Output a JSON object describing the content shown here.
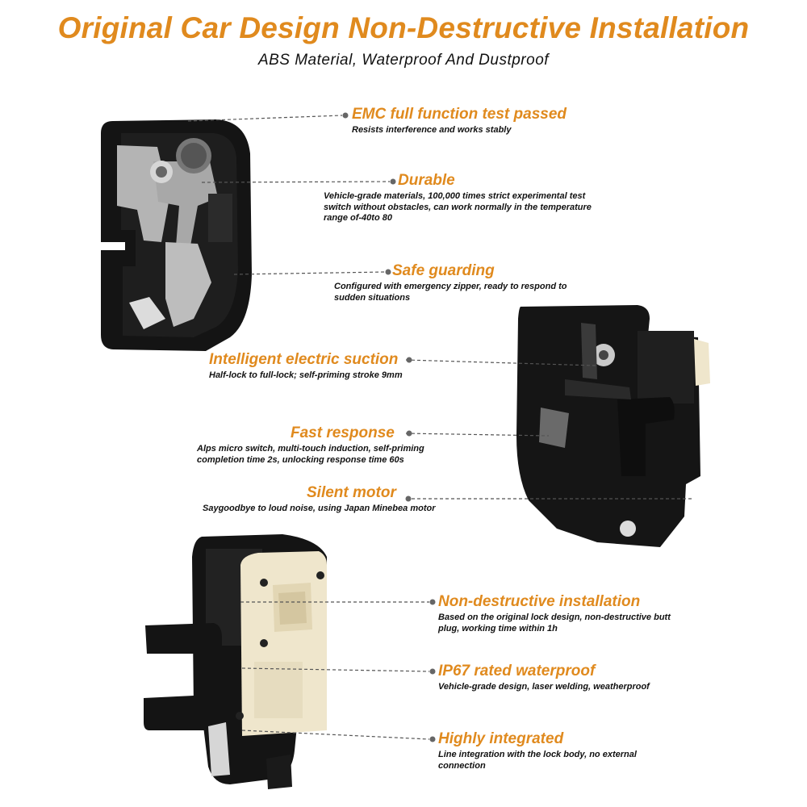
{
  "header": {
    "title": "Original Car Design Non-Destructive Installation",
    "subtitle": "ABS Material, Waterproof And Dustproof"
  },
  "features": [
    {
      "title": "EMC full function test passed",
      "desc": "Resists interference and works stably"
    },
    {
      "title": "Durable",
      "desc": "Vehicle-grade materials, 100,000 times strict experimental test switch without obstacles, can work normally in the temperature range of-40to 80"
    },
    {
      "title": "Safe guarding",
      "desc": "Configured with emergency zipper, ready to respond to sudden situations"
    },
    {
      "title": "Intelligent electric suction",
      "desc": "Half-lock to full-lock; self-priming stroke 9mm"
    },
    {
      "title": "Fast response",
      "desc": "Alps micro switch, multi-touch induction, self-priming completion time 2s, unlocking response time 60s"
    },
    {
      "title": "Silent motor",
      "desc": "Saygoodbye to loud noise, using Japan Minebea motor"
    },
    {
      "title": "Non-destructive installation",
      "desc": "Based on the original lock design, non-destructive butt plug, working time within 1h"
    },
    {
      "title": "IP67 rated waterproof",
      "desc": "Vehicle-grade design, laser welding, weatherproof"
    },
    {
      "title": "Highly integrated",
      "desc": "Line integration with the lock body, no external connection"
    }
  ],
  "colors": {
    "accent": "#e08a1e",
    "text": "#111111",
    "device_body": "#141414",
    "plug": "#efe6cc",
    "metal": "#b7b7b7"
  }
}
